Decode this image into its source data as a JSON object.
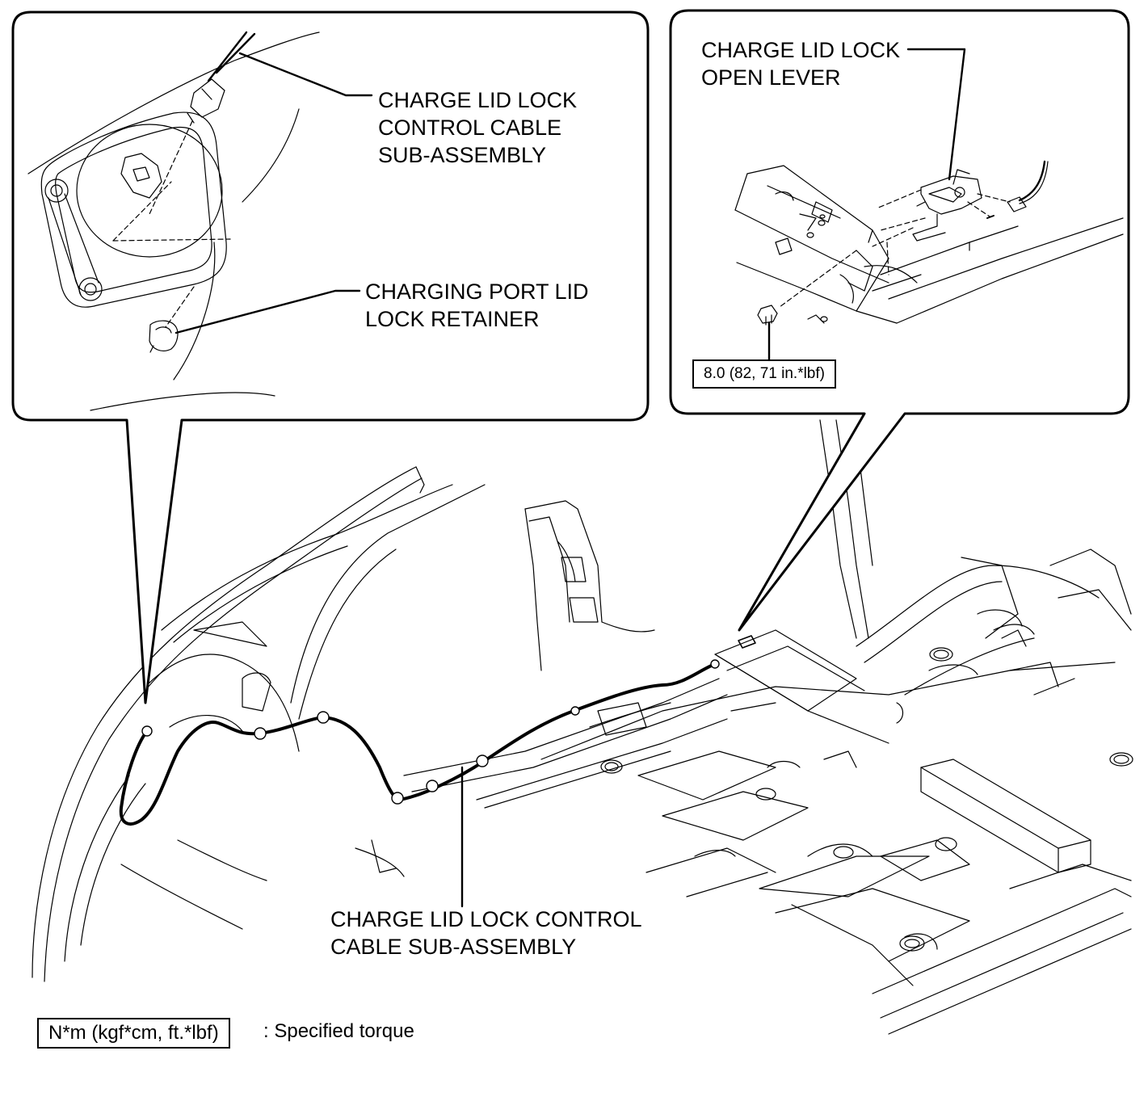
{
  "labels": {
    "cable_inset": [
      "CHARGE LID LOCK",
      "CONTROL CABLE",
      "SUB-ASSEMBLY"
    ],
    "retainer": [
      "CHARGING PORT LID",
      "LOCK RETAINER"
    ],
    "open_lever": [
      "CHARGE LID LOCK",
      "OPEN LEVER"
    ],
    "cable_main": [
      "CHARGE LID LOCK CONTROL",
      "CABLE SUB-ASSEMBLY"
    ]
  },
  "torque": {
    "bolt_value": "8.0 (82, 71 in.*lbf)"
  },
  "legend": {
    "unit": "N*m (kgf*cm, ft.*lbf)",
    "meaning": ": Specified torque"
  }
}
